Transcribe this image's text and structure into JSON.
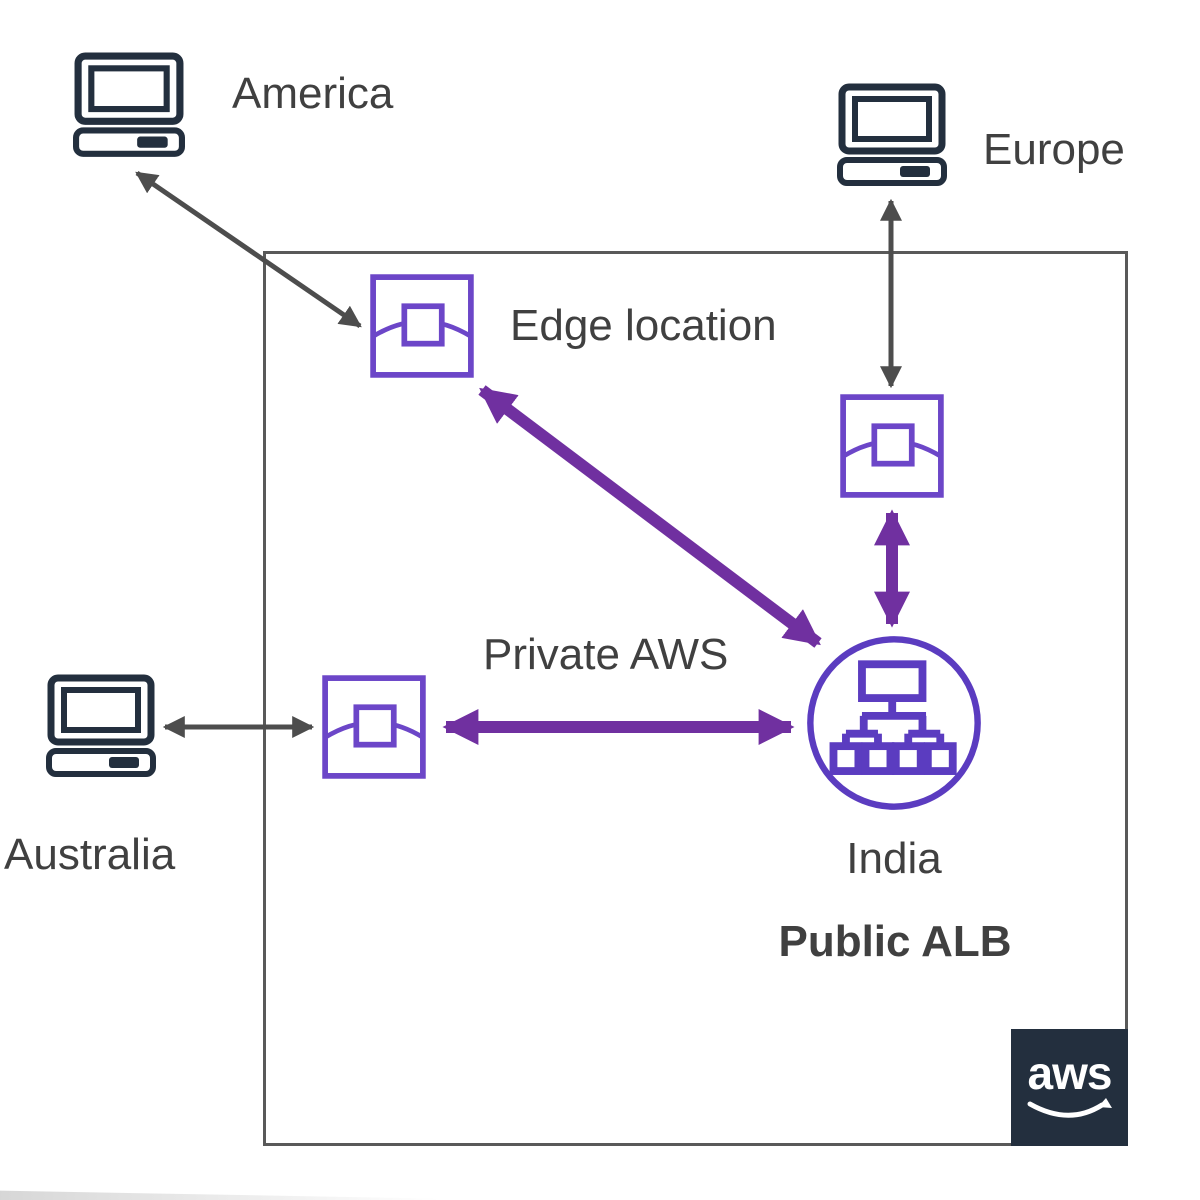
{
  "diagram": {
    "title_hint": "AWS edge location routing diagram",
    "nodes": {
      "america": {
        "label": "America"
      },
      "europe": {
        "label": "Europe"
      },
      "australia": {
        "label": "Australia"
      },
      "edge_location": {
        "label": "Edge location"
      },
      "private_aws": {
        "label": "Private AWS"
      },
      "india": {
        "label": "India"
      },
      "public_alb": {
        "label": "Public ALB"
      }
    },
    "aws_logo": {
      "text": "aws"
    },
    "colors": {
      "icon-purple": "#6C46C8",
      "circle-purple": "#5B3CC0",
      "arrow-purple": "#7030A0",
      "arrow-gray": "#4D4D4D",
      "device-navy": "#232F3E",
      "text-gray": "#404040",
      "box-border": "#595959"
    },
    "connections": [
      {
        "from": "america-client",
        "to": "edge-location-northwest",
        "style": "gray-double-arrow"
      },
      {
        "from": "europe-client",
        "to": "edge-location-east",
        "style": "gray-double-arrow"
      },
      {
        "from": "australia-client",
        "to": "edge-location-west",
        "style": "gray-double-arrow"
      },
      {
        "from": "edge-location-northwest",
        "to": "public-alb",
        "style": "purple-double-arrow"
      },
      {
        "from": "edge-location-east",
        "to": "public-alb",
        "style": "purple-double-arrow"
      },
      {
        "from": "edge-location-west",
        "to": "public-alb",
        "style": "purple-double-arrow"
      }
    ]
  }
}
